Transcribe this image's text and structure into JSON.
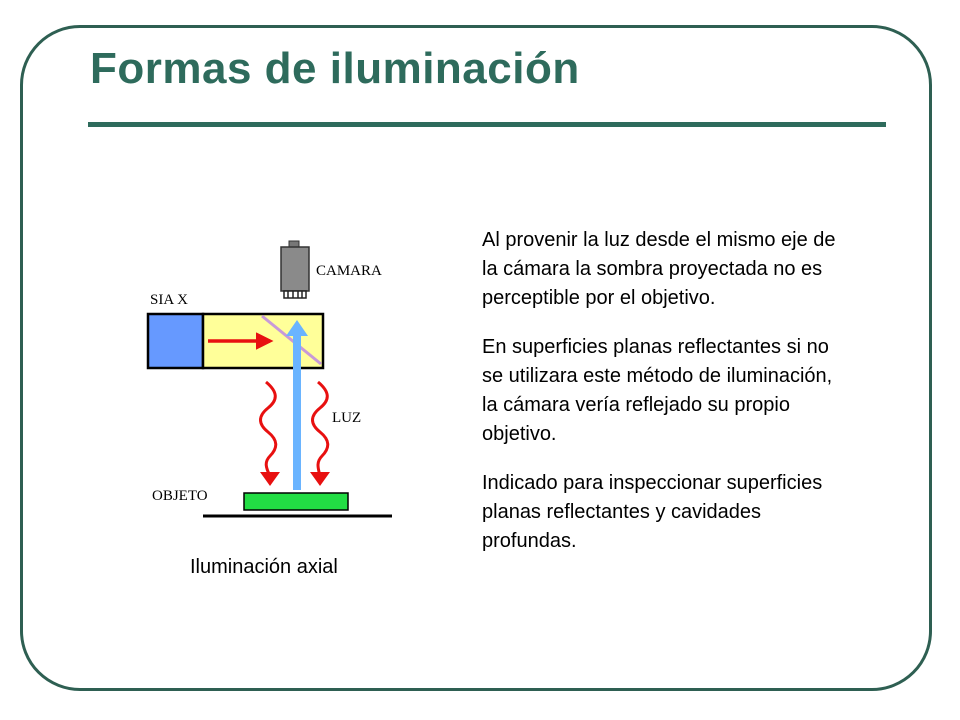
{
  "slide": {
    "title": "Formas de iluminación",
    "paragraphs": [
      "Al provenir la luz desde el mismo eje de la cámara la sombra proyectada no es perceptible por el objetivo.",
      "En superficies planas reflectantes si no se utilizara este método de iluminación, la cámara vería reflejado su propio objetivo.",
      "Indicado para inspeccionar superficies planas reflectantes y cavidades profundas."
    ],
    "caption": "Iluminación axial"
  },
  "diagram": {
    "labels": {
      "camera": "CAMARA",
      "siax": "SIA X",
      "light": "LUZ",
      "object": "OBJETO"
    },
    "colors": {
      "frame": "#2e5f52",
      "title": "#2e6b5c",
      "blue_box": "#6699ff",
      "yellow_box": "#ffff99",
      "red": "#e81010",
      "beam": "#6ab4ff",
      "mirror": "#c89ad8",
      "object": "#22dd44",
      "camera": "#8a8a8a"
    },
    "icons": [
      "camera-icon",
      "wavy-light-arrow-icon",
      "horizontal-arrow-icon",
      "beam-arrow-icon"
    ]
  }
}
